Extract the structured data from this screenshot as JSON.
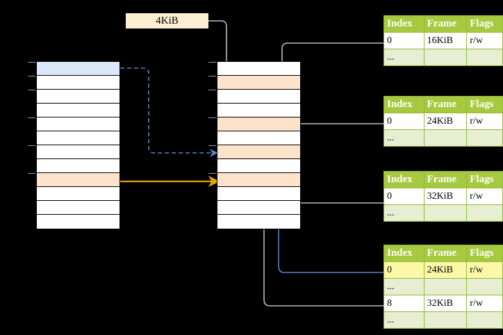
{
  "diagram": {
    "title": "",
    "size_label": {
      "text": "4KiB"
    },
    "colors": {
      "header_green": "#a7c93f",
      "row_alt_green": "#e7eed2",
      "highlight_yellow": "#fdf7a8",
      "peach": "#fde3cc",
      "blue_row": "#dbe8fa",
      "cream": "#fdefd2",
      "orange_arrow": "#e8a400",
      "blue_arrow": "#5b84c4",
      "gray_wire": "#b0b0b0"
    },
    "left_column": {
      "name": "virtual-address-space",
      "row_count": 12,
      "rows": [
        {
          "fill": "blue",
          "tick": true
        },
        {
          "fill": "white",
          "tick": true
        },
        {
          "fill": "white",
          "tick": true
        },
        {
          "fill": "white",
          "tick": false
        },
        {
          "fill": "white",
          "tick": true
        },
        {
          "fill": "white",
          "tick": false
        },
        {
          "fill": "white",
          "tick": true
        },
        {
          "fill": "white",
          "tick": false
        },
        {
          "fill": "peach",
          "tick": true
        },
        {
          "fill": "white",
          "tick": false
        },
        {
          "fill": "white",
          "tick": false
        },
        {
          "fill": "white",
          "tick": false
        }
      ]
    },
    "middle_column": {
      "name": "physical-memory",
      "row_count": 12,
      "rows": [
        {
          "fill": "white",
          "tick": true
        },
        {
          "fill": "peach",
          "tick": true
        },
        {
          "fill": "white",
          "tick": true
        },
        {
          "fill": "white",
          "tick": false
        },
        {
          "fill": "peach",
          "tick": true
        },
        {
          "fill": "white",
          "tick": false
        },
        {
          "fill": "peach",
          "tick": true
        },
        {
          "fill": "white",
          "tick": false
        },
        {
          "fill": "peach",
          "tick": true
        },
        {
          "fill": "white",
          "tick": false
        },
        {
          "fill": "white",
          "tick": false
        },
        {
          "fill": "white",
          "tick": false
        }
      ]
    },
    "tables": [
      {
        "name": "page-table-1",
        "headers": [
          "Index",
          "Frame",
          "Flags"
        ],
        "rows": [
          {
            "cells": [
              "0",
              "16KiB",
              "r/w"
            ],
            "alt": false,
            "highlight": [
              false,
              false,
              false
            ]
          },
          {
            "cells": [
              "...",
              "",
              ""
            ],
            "alt": true,
            "highlight": [
              false,
              false,
              false
            ]
          }
        ]
      },
      {
        "name": "page-table-2",
        "headers": [
          "Index",
          "Frame",
          "Flags"
        ],
        "rows": [
          {
            "cells": [
              "0",
              "24KiB",
              "r/w"
            ],
            "alt": false,
            "highlight": [
              false,
              false,
              false
            ]
          },
          {
            "cells": [
              "...",
              "",
              ""
            ],
            "alt": true,
            "highlight": [
              false,
              false,
              false
            ]
          }
        ]
      },
      {
        "name": "page-table-3",
        "headers": [
          "Index",
          "Frame",
          "Flags"
        ],
        "rows": [
          {
            "cells": [
              "0",
              "32KiB",
              "r/w"
            ],
            "alt": false,
            "highlight": [
              false,
              false,
              false
            ]
          },
          {
            "cells": [
              "...",
              "",
              ""
            ],
            "alt": true,
            "highlight": [
              false,
              false,
              false
            ]
          }
        ]
      },
      {
        "name": "page-table-4",
        "headers": [
          "Index",
          "Frame",
          "Flags"
        ],
        "rows": [
          {
            "cells": [
              "0",
              "24KiB",
              "r/w"
            ],
            "alt": false,
            "highlight": [
              true,
              true,
              true
            ]
          },
          {
            "cells": [
              "...",
              "",
              ""
            ],
            "alt": true,
            "highlight": [
              false,
              false,
              false
            ]
          },
          {
            "cells": [
              "8",
              "32KiB",
              "r/w"
            ],
            "alt": false,
            "highlight": [
              false,
              false,
              false
            ]
          },
          {
            "cells": [
              "...",
              "",
              ""
            ],
            "alt": true,
            "highlight": [
              false,
              false,
              false
            ]
          }
        ]
      }
    ]
  }
}
